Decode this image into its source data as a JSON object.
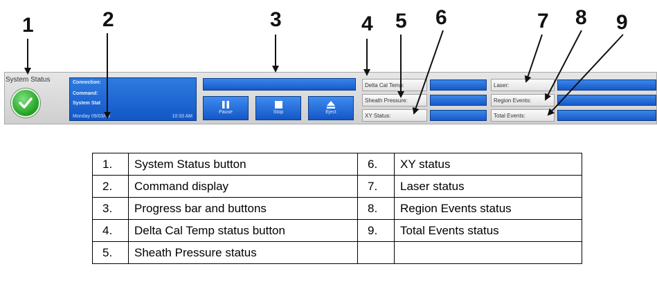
{
  "callouts": [
    "1",
    "2",
    "3",
    "4",
    "5",
    "6",
    "7",
    "8",
    "9"
  ],
  "system_status": {
    "label": "System Status",
    "icon": "check-icon",
    "status_color": "#2aa52a"
  },
  "command_display": {
    "connection_label": "Connection:",
    "command_label": "Command:",
    "system_state_label": "System Stat",
    "date": "Monday 09/03/08",
    "time": "10:33 AM"
  },
  "controls": {
    "pause_label": "Pause",
    "stop_label": "Stop",
    "eject_label": "Eject",
    "pause_icon": "pause-icon",
    "stop_icon": "stop-icon",
    "eject_icon": "eject-icon"
  },
  "status_fields": {
    "delta_cal_temp": "Delta Cal Temp:",
    "sheath_pressure": "Sheath Pressure:",
    "xy_status": "XY Status:",
    "laser": "Laser:",
    "region_events": "Region Events:",
    "total_events": "Total Events:"
  },
  "colors": {
    "panel_blue": "#1a60d0",
    "status_green": "#2aa52a",
    "strip_gray": "#d8d8d8"
  },
  "legend": [
    {
      "num": "1.",
      "desc": "System Status button",
      "num2": "6.",
      "desc2": "XY status"
    },
    {
      "num": "2.",
      "desc": "Command display",
      "num2": "7.",
      "desc2": "Laser status"
    },
    {
      "num": "3.",
      "desc": "Progress bar and buttons",
      "num2": "8.",
      "desc2": "Region Events status"
    },
    {
      "num": "4.",
      "desc": "Delta Cal Temp status button",
      "num2": "9.",
      "desc2": "Total Events status"
    },
    {
      "num": "5.",
      "desc": "Sheath Pressure status",
      "num2": "",
      "desc2": ""
    }
  ]
}
